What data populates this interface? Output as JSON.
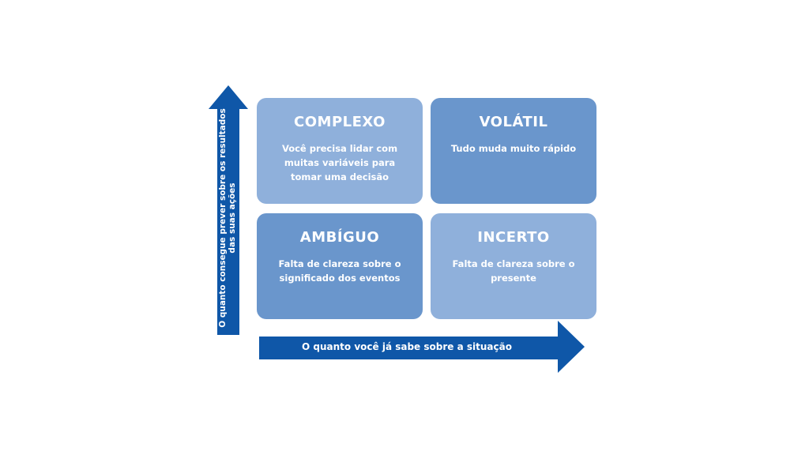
{
  "quadrants": {
    "complexo": {
      "title": "COMPLEXO",
      "description": "Você precisa lidar com muitas variáveis para tomar uma decisão",
      "color": "#8fb0db"
    },
    "volatil": {
      "title": "VOLÁTIL",
      "description": "Tudo muda muito rápido",
      "color": "#6a96cc"
    },
    "ambiguo": {
      "title": "AMBÍGUO",
      "description": "Falta de clareza sobre o significado dos eventos",
      "color": "#6a96cc"
    },
    "incerto": {
      "title": "INCERTO",
      "description": "Falta de clareza sobre o presente",
      "color": "#8fb0db"
    }
  },
  "axes": {
    "y_label": "O quanto consegue prever sobre os resultados das suas ações",
    "x_label": "O quanto você já sabe sobre a situação",
    "arrow_color": "#0f57a8"
  }
}
